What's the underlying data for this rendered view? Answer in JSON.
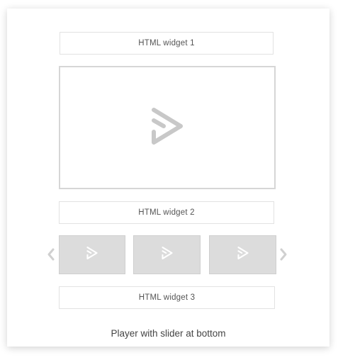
{
  "widgets": {
    "widget_1": "HTML widget 1",
    "widget_2": "HTML widget 2",
    "widget_3": "HTML widget 3"
  },
  "player": {
    "icon": "play-logo-icon"
  },
  "slider": {
    "prev_icon": "chevron-left-icon",
    "next_icon": "chevron-right-icon",
    "thumbnails": [
      {
        "icon": "play-logo-icon"
      },
      {
        "icon": "play-logo-icon"
      },
      {
        "icon": "play-logo-icon"
      }
    ]
  },
  "caption": "Player with slider at bottom",
  "colors": {
    "border": "#d6d6d6",
    "thumbnail_bg": "#dcdcdc",
    "icon_gray": "#c8c8c8",
    "arrow_gray": "#d0d0d0"
  }
}
